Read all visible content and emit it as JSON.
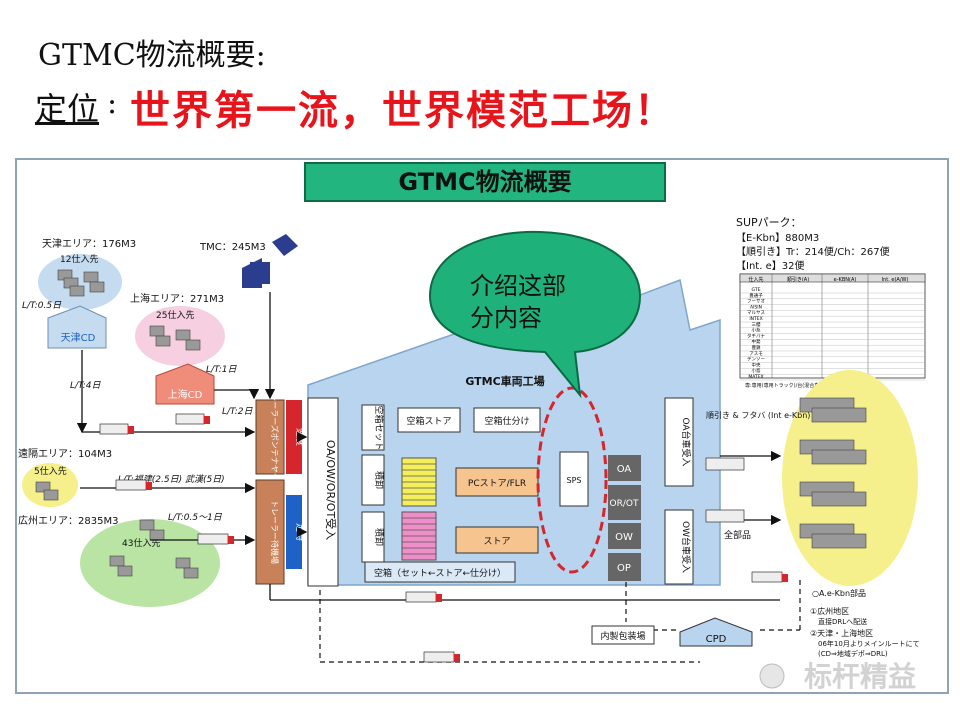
{
  "header": {
    "title": "GTMC物流概要:",
    "position_label": "定位",
    "position_colon": ":",
    "slogan": "世界第一流，世界模范工场！"
  },
  "diagram": {
    "banner": "GTMC物流概要",
    "tianjin_area": "天津エリア：176M3",
    "tianjin_suppliers": "12仕入先",
    "tianjin_lt": "L/T:0.5日",
    "tianjin_cd": "天津CD",
    "tianjin_cd_lt": "L/T:4日",
    "tmc": "TMC：245M3",
    "shanghai_area": "上海エリア：271M3",
    "shanghai_suppliers": "25仕入先",
    "shanghai_lt": "L/T:1日",
    "shanghai_cd": "上海CD",
    "shanghai_cd_lt": "L/T:2日",
    "remote_area": "遠隔エリア：104M3",
    "remote_suppliers": "5仕入先",
    "remote_lt": "L/T:福建(2.5日) 武漢(5日)",
    "guangzhou_area": "広州エリア：2835M3",
    "guangzhou_lt": "L/T:0.5～1日",
    "guangzhou_suppliers": "43仕入先",
    "trailer_yard": "トレーラーズボンテナヤード",
    "trailer_dock": "トレーラー待機場",
    "speed_label": "速度",
    "schedule_label": "定時",
    "receiving": "OA/OW/OR/OT受入",
    "plant_name": "GTMC車両工場",
    "empty_box_set": "空箱セット",
    "empty_box_store": "空箱ストア",
    "empty_box_sort": "空箱仕分け",
    "unload1": "積卸",
    "unload2": "積卸",
    "pc_store": "PCストア/FLR",
    "sps": "SPS",
    "store": "ストア",
    "empty_box_flow": "空箱（セット←ストア←仕分け）",
    "oa_dock": "OA",
    "oroт_dock": "OR/OT",
    "ow_dock": "OW",
    "op_dock": "OP",
    "oa_receive": "OA台車受入",
    "ow_receive": "OW台車受入",
    "callout": "介绍这部分内容",
    "sup_park": "SUPパーク：",
    "ekbn": "【E-Kbn】880M3",
    "junbiki": "【順引き】Tr：214便/Ch：267便",
    "int_e": "【Int. e】32便",
    "table_headers": [
      "仕入先",
      "順引き(A)",
      "e-KBN(A)",
      "Int. e(A/W)"
    ],
    "table_rows": [
      "GTE",
      "豊通子",
      "フーサオ",
      "AISIN",
      "マルヤス",
      "INTEX",
      "三櫻",
      "小糸",
      "タチバナ",
      "中発",
      "豊鉄",
      "アスモ",
      "デンソー",
      "中央",
      "小島",
      "MATEX"
    ],
    "table_note": "専:専用(専用トラック)/台(混合車)/ト(トレーラー)",
    "sequence_note": "順引き & フタバ (Int e-Kbn)",
    "all_parts": "全部品",
    "oa_ekbn_parts": "○A.e-Kbn部品",
    "packaging": "内製包装場",
    "cpd": "CPD",
    "note_gz_title": "①広州地区",
    "note_gz_body": "直接DRLへ配送",
    "note_tj_title": "②天津・上海地区",
    "note_tj_body1": "06年10月よりメインルートにて",
    "note_tj_body2": "(CD⇒地域デポ⇒DRL)"
  },
  "watermark": "标杆精益"
}
